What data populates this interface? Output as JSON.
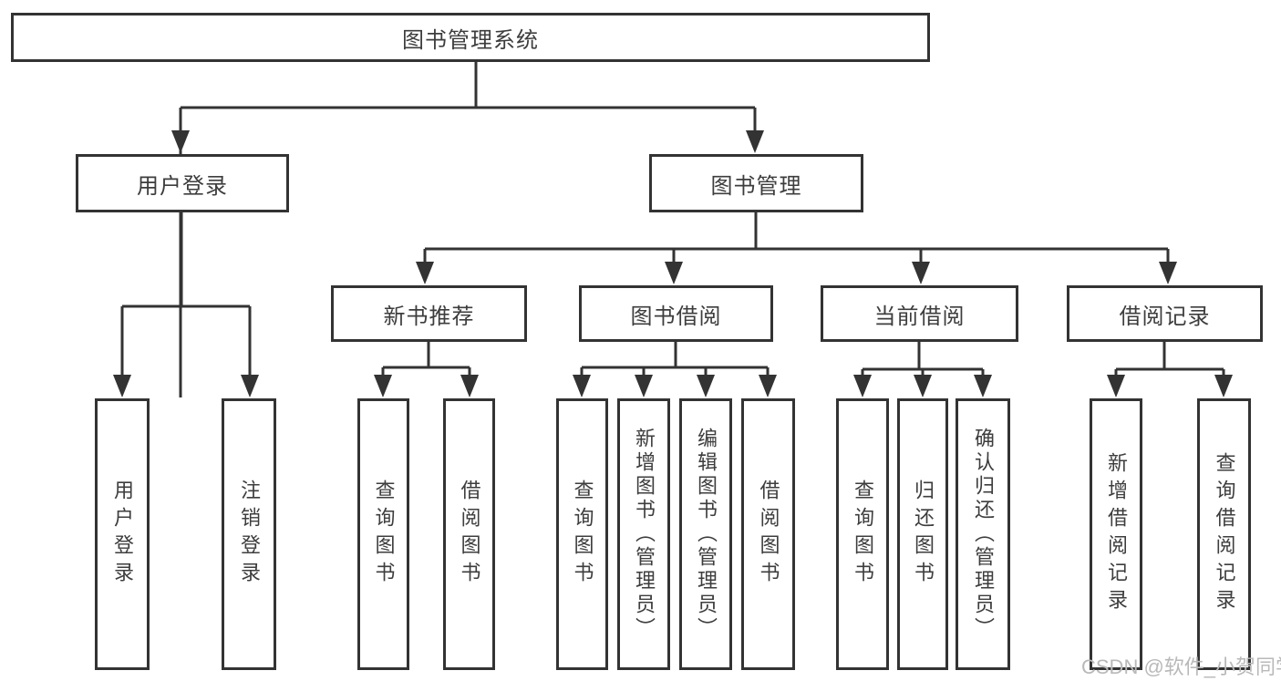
{
  "diagram_type": "hierarchy-tree",
  "tree": {
    "label": "图书管理系统",
    "children": [
      {
        "label": "用户登录",
        "children": [
          {
            "label": "用户登录"
          },
          {
            "label": "注销登录"
          }
        ]
      },
      {
        "label": "图书管理",
        "children": [
          {
            "label": "新书推荐",
            "children": [
              {
                "label": "查询图书"
              },
              {
                "label": "借阅图书"
              }
            ]
          },
          {
            "label": "图书借阅",
            "children": [
              {
                "label": "查询图书"
              },
              {
                "label": "新增图书（管理员）"
              },
              {
                "label": "编辑图书（管理员）"
              },
              {
                "label": "借阅图书"
              }
            ]
          },
          {
            "label": "当前借阅",
            "children": [
              {
                "label": "查询图书"
              },
              {
                "label": "归还图书"
              },
              {
                "label": "确认归还（管理员）"
              }
            ]
          },
          {
            "label": "借阅记录",
            "children": [
              {
                "label": "新增借阅记录"
              },
              {
                "label": "查询借阅记录"
              }
            ]
          }
        ]
      }
    ]
  },
  "watermark": "CSDN @软件_小贺同学",
  "colors": {
    "line": "#333333",
    "text": "#3d3d3d",
    "background": "#ffffff",
    "watermark": "#b9b9b9"
  }
}
